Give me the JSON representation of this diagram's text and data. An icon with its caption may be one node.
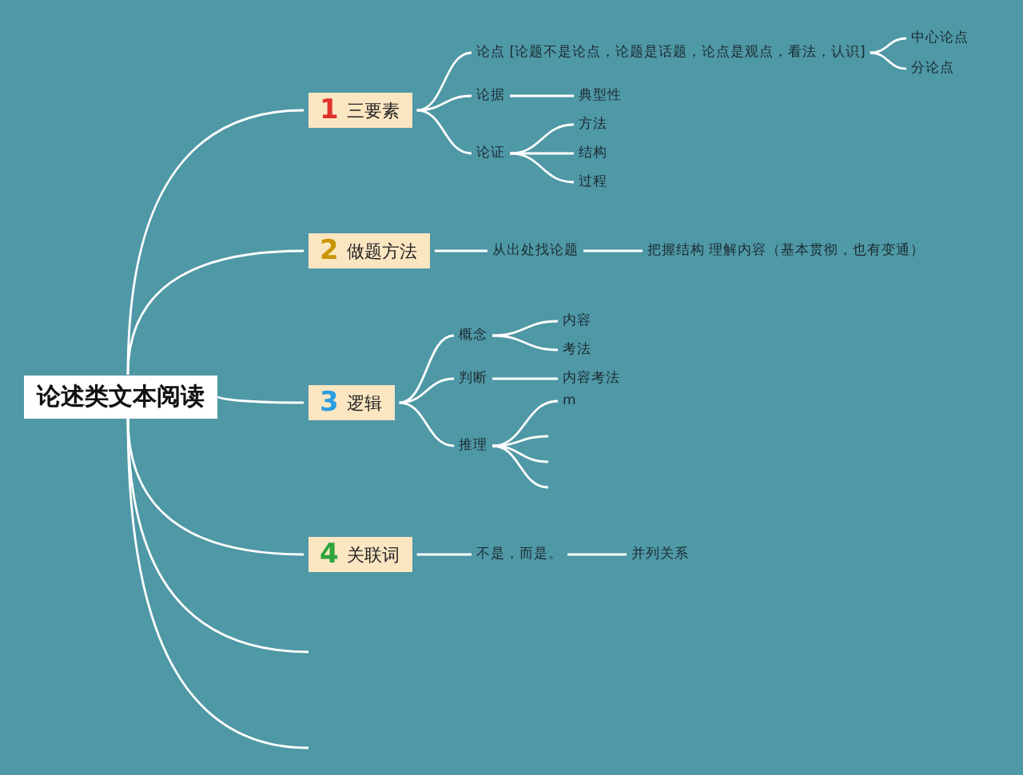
{
  "diagram": {
    "nodes": [
      {
        "text": [
          "论述类文本阅读"
        ]
      },
      {
        "text": [
          "1",
          "三要素"
        ]
      },
      {
        "text": [
          "论点 [论题不是论点，论题是话题，论点是观点，看法，认识]"
        ]
      },
      {
        "text": [
          "中心论点"
        ]
      },
      {
        "text": [
          "分论点"
        ]
      },
      {
        "text": [
          "论据"
        ]
      },
      {
        "text": [
          "典型性"
        ]
      },
      {
        "text": [
          "论证"
        ]
      },
      {
        "text": [
          "方法"
        ]
      },
      {
        "text": [
          "结构"
        ]
      },
      {
        "text": [
          "过程"
        ]
      },
      {
        "text": [
          "2",
          "做题方法"
        ]
      },
      {
        "text": [
          "从出处找论题"
        ]
      },
      {
        "text": [
          "把握结构 理解内容（基本贯彻，也有变通）"
        ]
      },
      {
        "text": [
          "3",
          "逻辑"
        ]
      },
      {
        "text": [
          "概念"
        ]
      },
      {
        "text": [
          "内容"
        ]
      },
      {
        "text": [
          "考法"
        ]
      },
      {
        "text": [
          "判断"
        ]
      },
      {
        "text": [
          "内容考法"
        ]
      },
      {
        "text": [
          "推理"
        ]
      },
      {
        "text": [
          "m"
        ]
      },
      {
        "text": [
          "4",
          "关联词"
        ]
      },
      {
        "text": [
          "不是，而是。"
        ]
      },
      {
        "text": [
          "并列关系"
        ]
      }
    ],
    "edges": [
      {
        "from": 0,
        "to": 1,
        "arrow": "none"
      },
      {
        "from": 0,
        "to": 11,
        "arrow": "none"
      },
      {
        "from": 0,
        "to": 14,
        "arrow": "none"
      },
      {
        "from": 0,
        "to": 22,
        "arrow": "none"
      },
      {
        "from": 0,
        "to": null,
        "arrow": "none"
      },
      {
        "from": 0,
        "to": null,
        "arrow": "none"
      },
      {
        "from": 1,
        "to": 2,
        "arrow": "none"
      },
      {
        "from": 2,
        "to": 3,
        "arrow": "none"
      },
      {
        "from": 2,
        "to": 4,
        "arrow": "none"
      },
      {
        "from": 1,
        "to": 5,
        "arrow": "none"
      },
      {
        "from": 5,
        "to": 6,
        "arrow": "none"
      },
      {
        "from": 1,
        "to": 7,
        "arrow": "none"
      },
      {
        "from": 7,
        "to": 8,
        "arrow": "none"
      },
      {
        "from": 7,
        "to": 9,
        "arrow": "none"
      },
      {
        "from": 7,
        "to": 10,
        "arrow": "none"
      },
      {
        "from": 11,
        "to": 12,
        "arrow": "none"
      },
      {
        "from": 12,
        "to": 13,
        "arrow": "none"
      },
      {
        "from": 14,
        "to": 15,
        "arrow": "none"
      },
      {
        "from": 15,
        "to": 16,
        "arrow": "none"
      },
      {
        "from": 15,
        "to": 17,
        "arrow": "none"
      },
      {
        "from": 14,
        "to": 18,
        "arrow": "none"
      },
      {
        "from": 18,
        "to": 19,
        "arrow": "none"
      },
      {
        "from": 14,
        "to": 20,
        "arrow": "none"
      },
      {
        "from": 20,
        "to": 21,
        "arrow": "none"
      },
      {
        "from": 20,
        "to": null,
        "arrow": "none"
      },
      {
        "from": 20,
        "to": null,
        "arrow": "none"
      },
      {
        "from": 20,
        "to": null,
        "arrow": "none"
      },
      {
        "from": 22,
        "to": 23,
        "arrow": "none"
      },
      {
        "from": 23,
        "to": 24,
        "arrow": "none"
      }
    ]
  }
}
